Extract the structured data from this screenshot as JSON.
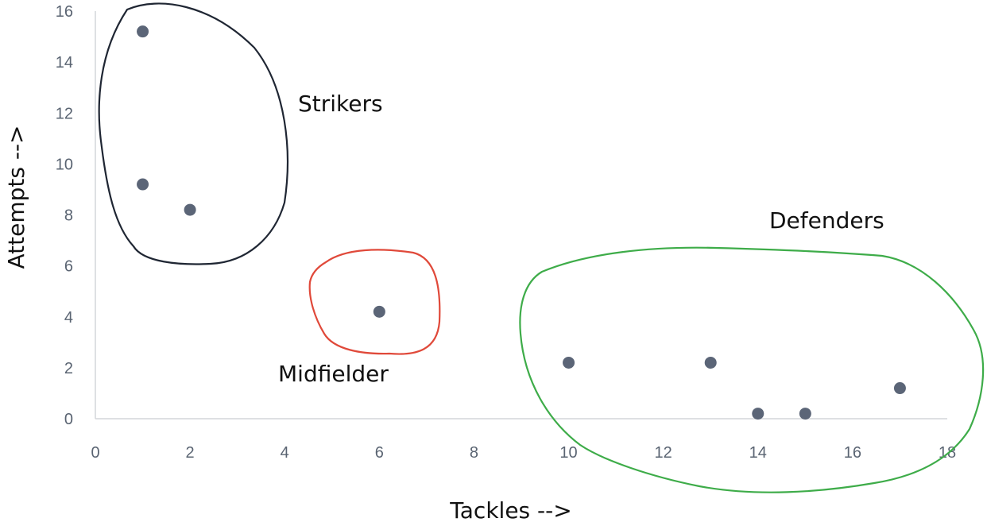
{
  "chart_data": {
    "type": "scatter",
    "title": "",
    "xlabel": "Tackles -->",
    "ylabel": "Attempts -->",
    "xlim": [
      0,
      18
    ],
    "ylim": [
      0,
      16
    ],
    "xticks": [
      0,
      2,
      4,
      6,
      8,
      10,
      12,
      14,
      16,
      18
    ],
    "yticks": [
      0,
      2,
      4,
      6,
      8,
      10,
      12,
      14,
      16
    ],
    "grid": false,
    "point_color": "#5b6577",
    "series": [
      {
        "points": [
          {
            "x": 1,
            "y": 15.2
          },
          {
            "x": 1,
            "y": 9.2
          },
          {
            "x": 2,
            "y": 8.2
          },
          {
            "x": 6,
            "y": 4.2
          },
          {
            "x": 10,
            "y": 2.2
          },
          {
            "x": 13,
            "y": 2.2
          },
          {
            "x": 14,
            "y": 0.2
          },
          {
            "x": 15,
            "y": 0.2
          },
          {
            "x": 17,
            "y": 1.2
          }
        ]
      }
    ],
    "annotations": [
      {
        "label": "Strikers",
        "color": "#1f2633",
        "members": [
          0,
          1,
          2
        ]
      },
      {
        "label": "Midfielder",
        "color": "#e0493a",
        "members": [
          3
        ]
      },
      {
        "label": "Defenders",
        "color": "#3eac49",
        "members": [
          4,
          5,
          6,
          7,
          8
        ]
      }
    ]
  }
}
